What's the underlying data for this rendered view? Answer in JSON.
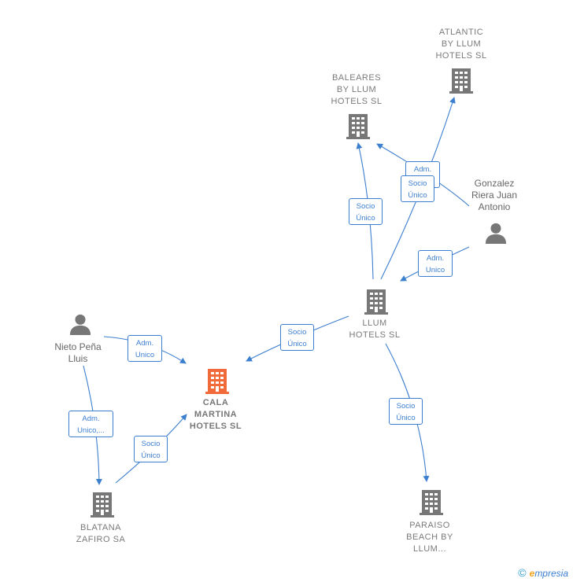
{
  "nodes": {
    "atlantic": {
      "label": "ATLANTIC\nBY LLUM\nHOTELS  SL"
    },
    "baleares": {
      "label": "BALEARES\nBY LLUM\nHOTELS  SL"
    },
    "gonzalez": {
      "label": "Gonzalez\nRiera Juan\nAntonio"
    },
    "llum": {
      "label": "LLUM\nHOTELS  SL"
    },
    "nieto": {
      "label": "Nieto Peña\nLluis"
    },
    "cala": {
      "label": "CALA\nMARTINA\nHOTELS  SL"
    },
    "blatana": {
      "label": "BLATANA\nZAFIRO SA"
    },
    "paraiso": {
      "label": "PARAISO\nBEACH BY\nLLUM..."
    }
  },
  "edges": {
    "llum_baleares": "Socio\nÚnico",
    "gonzalez_baleares": "Adm.\nUnico",
    "llum_atlantic": "Socio\nÚnico",
    "gonzalez_llum": "Adm.\nUnico",
    "llum_cala": "Socio\nÚnico",
    "nieto_cala": "Adm.\nUnico",
    "nieto_blatana": "Adm.\nUnico,...",
    "blatana_cala": "Socio\nÚnico",
    "llum_paraiso": "Socio\nÚnico"
  },
  "footer": {
    "copyright": "©",
    "brand_initial": "e",
    "brand_rest": "mpresia"
  },
  "colors": {
    "edge": "#3d7fcf",
    "building": "#777777",
    "focus_building": "#f06a3a",
    "person": "#777777"
  }
}
